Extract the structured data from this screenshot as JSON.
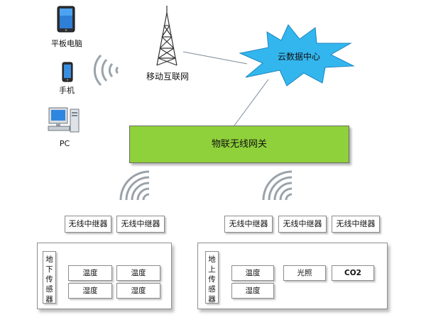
{
  "devices": {
    "tablet": "平板电脑",
    "phone": "手机",
    "pc": "PC"
  },
  "tower_label": "移动互联网",
  "cloud_label": "云数据中心",
  "gateway_label": "物联无线网关",
  "relays": {
    "left": [
      "无线中继器",
      "无线中继器"
    ],
    "right": [
      "无线中继器",
      "无线中继器",
      "无线中继器"
    ]
  },
  "underground": {
    "title": "地\n下\n传\n感\n器",
    "cells": [
      "温度",
      "温度",
      "湿度",
      "湿度"
    ]
  },
  "aboveground": {
    "title": "地\n上\n传\n感\n器",
    "cells": [
      "温度",
      "湿度",
      "光照",
      "CO2"
    ]
  },
  "colors": {
    "gateway": "#8fd13a",
    "cloud": "#33b6ee",
    "wifi": "#9aa3aa",
    "tower": "#333333"
  }
}
